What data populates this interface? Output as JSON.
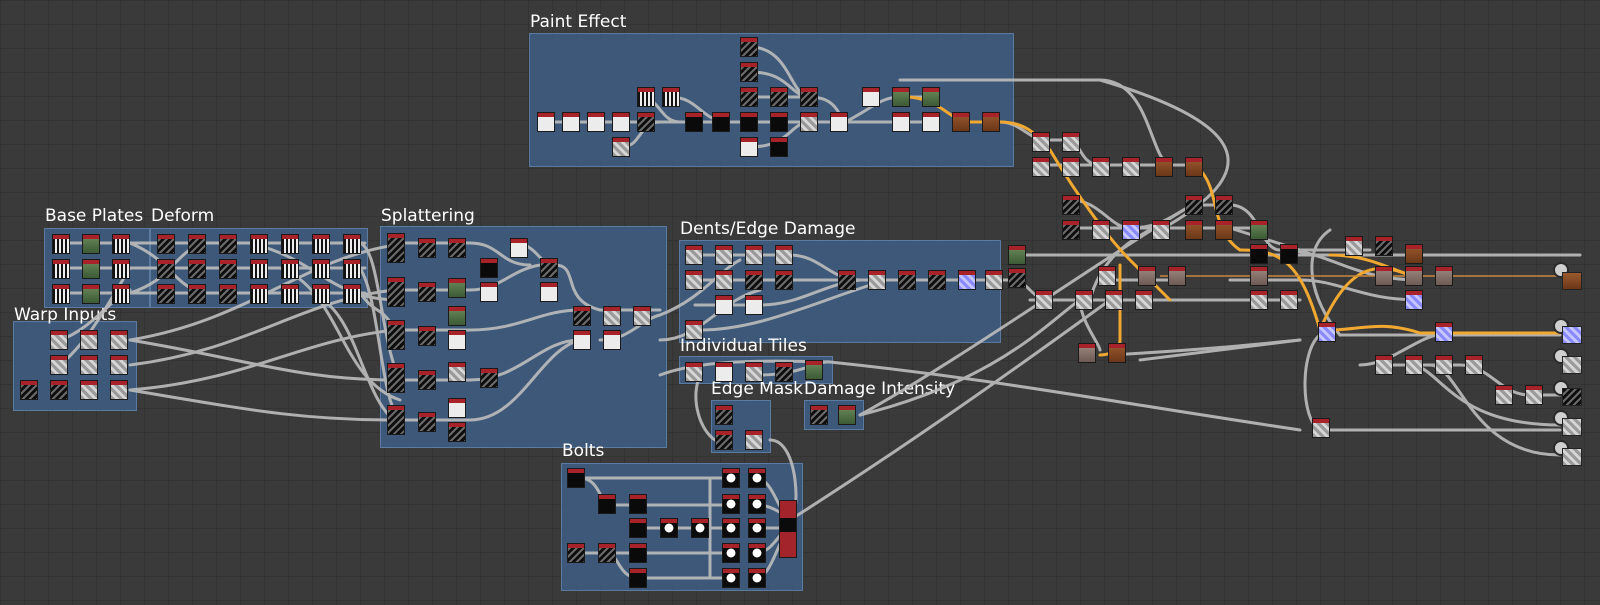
{
  "graph": {
    "frames": [
      {
        "id": "paint_effect",
        "title": "Paint Effect"
      },
      {
        "id": "base_plates",
        "title": "Base Plates"
      },
      {
        "id": "deform",
        "title": "Deform"
      },
      {
        "id": "splattering",
        "title": "Splattering"
      },
      {
        "id": "dents_edge_damage",
        "title": "Dents/Edge Damage"
      },
      {
        "id": "warp_inputs",
        "title": "Warp Inputs"
      },
      {
        "id": "individual_tiles",
        "title": "Individual Tiles"
      },
      {
        "id": "edge_mask",
        "title": "Edge Mask"
      },
      {
        "id": "damage_intensity",
        "title": "Damage Intensity"
      },
      {
        "id": "bolts",
        "title": "Bolts"
      }
    ],
    "colors": {
      "background": "#3a3a3a",
      "frame_fill": "#3f628c",
      "node_header": "#a8222a",
      "wire": "#bdbdbd",
      "wire_highlight": "#f0a830",
      "output_line": "#c8873c"
    }
  }
}
